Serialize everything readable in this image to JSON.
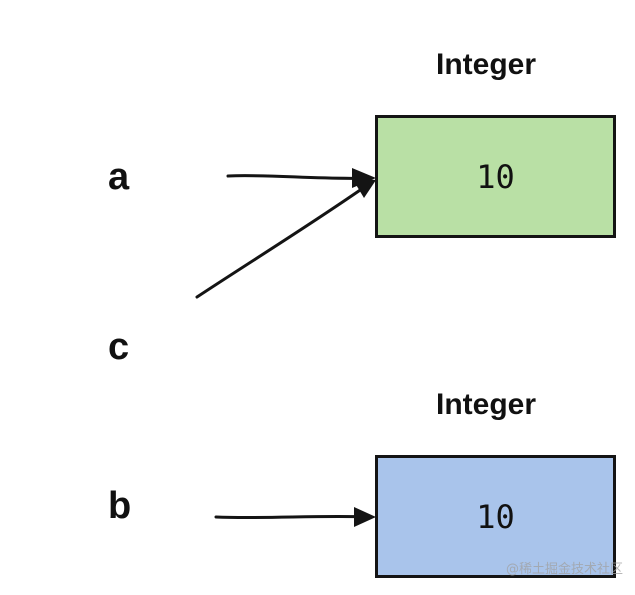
{
  "variables": {
    "a": "a",
    "b": "b",
    "c": "c"
  },
  "objects": {
    "top": {
      "type_label": "Integer",
      "value": "10",
      "fill_color": "#b9e0a5"
    },
    "bottom": {
      "type_label": "Integer",
      "value": "10",
      "fill_color": "#a9c4eb"
    }
  },
  "references": [
    {
      "from": "a",
      "to": "top"
    },
    {
      "from": "c",
      "to": "top"
    },
    {
      "from": "b",
      "to": "bottom"
    }
  ],
  "watermark": "@稀土掘金技术社区",
  "colors": {
    "stroke": "#141414",
    "text": "#111111"
  }
}
